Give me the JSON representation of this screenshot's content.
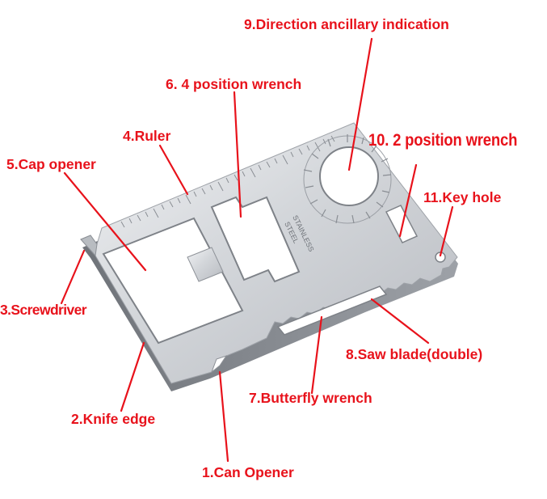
{
  "labels": {
    "direction": "9.Direction ancillary indication",
    "four_wrench": "6. 4 position wrench",
    "ruler": "4.Ruler",
    "two_wrench": "10.  2 position wrench",
    "cap_opener": "5.Cap opener",
    "key_hole": "11.Key hole",
    "screwdriver": "3.Screwdriver",
    "saw_blade": "8.Saw blade(double)",
    "butterfly": "7.Butterfly wrench",
    "knife_edge": "2.Knife edge",
    "can_opener": "1.Can Opener"
  },
  "card": {
    "engraving_line1": "STAINLESS",
    "engraving_line2": "STEEL"
  },
  "colors": {
    "label": "#e8121b",
    "steel_light": "#e4e6e9",
    "steel_mid": "#c2c6cb",
    "steel_dark": "#8c9096"
  }
}
